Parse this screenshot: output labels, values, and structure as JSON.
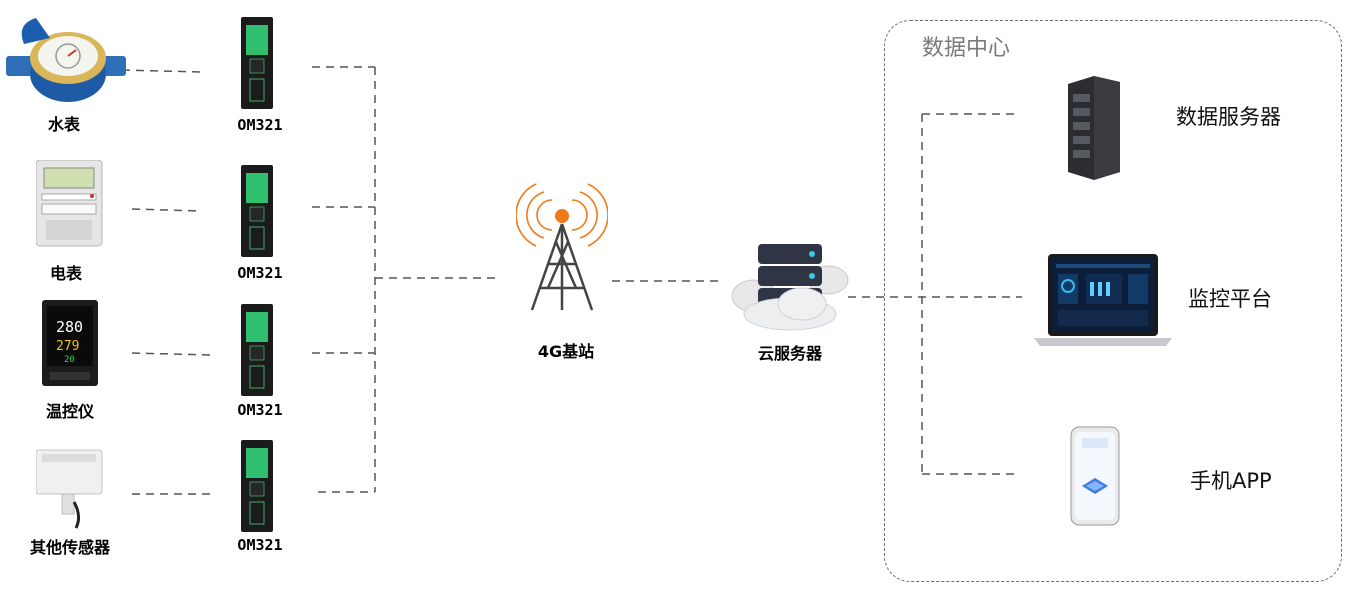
{
  "sensors": [
    {
      "label": "水表",
      "icon": "water-meter-icon"
    },
    {
      "label": "电表",
      "icon": "electric-meter-icon"
    },
    {
      "label": "温控仪",
      "icon": "temperature-controller-icon"
    },
    {
      "label": "其他传感器",
      "icon": "sensor-box-icon"
    }
  ],
  "gateways": [
    {
      "label": "OM321"
    },
    {
      "label": "OM321"
    },
    {
      "label": "OM321"
    },
    {
      "label": "OM321"
    }
  ],
  "base_station": {
    "label": "4G基站",
    "icon": "cell-tower-icon"
  },
  "cloud": {
    "label": "云服务器",
    "icon": "cloud-server-icon"
  },
  "data_center": {
    "title": "数据中心",
    "items": [
      {
        "label": "数据服务器",
        "icon": "server-rack-icon"
      },
      {
        "label": "监控平台",
        "icon": "laptop-icon"
      },
      {
        "label": "手机APP",
        "icon": "smartphone-icon"
      }
    ]
  },
  "controller_readout": {
    "top": "280",
    "mid": "279",
    "low": "20"
  },
  "colors": {
    "line": "#555555",
    "gateway_green": "#2fbf6f",
    "tower_orange": "#f07a1a"
  }
}
